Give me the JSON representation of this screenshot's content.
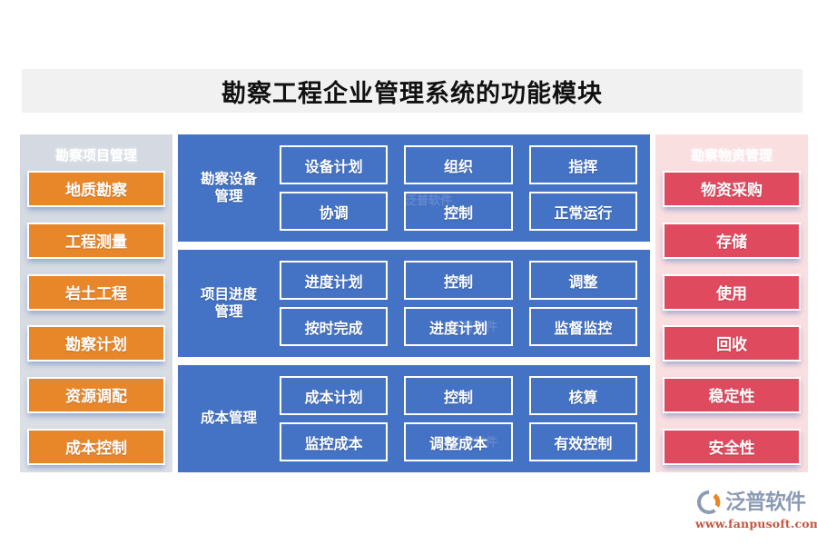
{
  "title": {
    "text": "勘察工程企业管理系统的功能模块",
    "banner_bg": "#f1f1f1"
  },
  "left_panel": {
    "header": "勘察项目管理",
    "panel_bg": "#d7dce3",
    "item_color": "#e8862a",
    "items": [
      {
        "label": "地质勘察"
      },
      {
        "label": "工程测量"
      },
      {
        "label": "岩土工程"
      },
      {
        "label": "勘察计划"
      },
      {
        "label": "资源调配"
      },
      {
        "label": "成本控制"
      }
    ]
  },
  "right_panel": {
    "header": "勘察物资管理",
    "panel_bg": "#fadfe1",
    "item_color": "#e04a5f",
    "items": [
      {
        "label": "物资采购"
      },
      {
        "label": "存储"
      },
      {
        "label": "使用"
      },
      {
        "label": "回收"
      },
      {
        "label": "稳定性"
      },
      {
        "label": "安全性"
      }
    ]
  },
  "center_panel": {
    "section_bg": "#4472c4",
    "watermark": "泛普软件",
    "sections": [
      {
        "label_line1": "勘察设备",
        "label_line2": "管理",
        "cells": [
          "设备计划",
          "组织",
          "指挥",
          "协调",
          "控制",
          "正常运行"
        ]
      },
      {
        "label_line1": "项目进度",
        "label_line2": "管理",
        "cells": [
          "进度计划",
          "控制",
          "调整",
          "按时完成",
          "进度计划",
          "监督监控"
        ]
      },
      {
        "label_line1": "成本管理",
        "label_line2": "",
        "cells": [
          "成本计划",
          "控制",
          "核算",
          "监控成本",
          "调整成本",
          "有效控制"
        ]
      }
    ]
  },
  "logo": {
    "name": "泛普软件",
    "url": "www.fanpusoft.com",
    "mark_color": "#8c9bb5",
    "mark_accent": "#e8862a",
    "url_color": "#c4553f"
  }
}
